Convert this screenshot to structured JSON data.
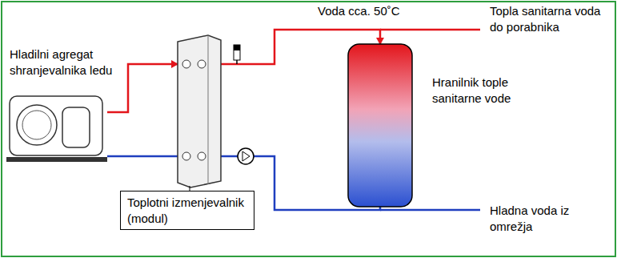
{
  "diagram": {
    "nodes": [
      {
        "text": [
          "Hladilni agregat shranjevalnika ledu"
        ]
      },
      {
        "text": [
          "Toplotni izmenjevalnik (modul)"
        ]
      },
      {
        "text": [
          "Hranilnik tople sanitarne vode"
        ]
      }
    ],
    "edges": [
      {
        "from": 0,
        "to": 1,
        "arrow": "to"
      },
      {
        "from": 1,
        "to": 0,
        "arrow": "none"
      },
      {
        "from": 1,
        "to": 2,
        "arrow": "to"
      },
      {
        "from": 2,
        "to": 1,
        "arrow": "none"
      }
    ],
    "labels": [
      "Voda cca. 50˚C",
      "Topla sanitarna voda do porabnika",
      "Hladna voda iz omrežja"
    ]
  }
}
